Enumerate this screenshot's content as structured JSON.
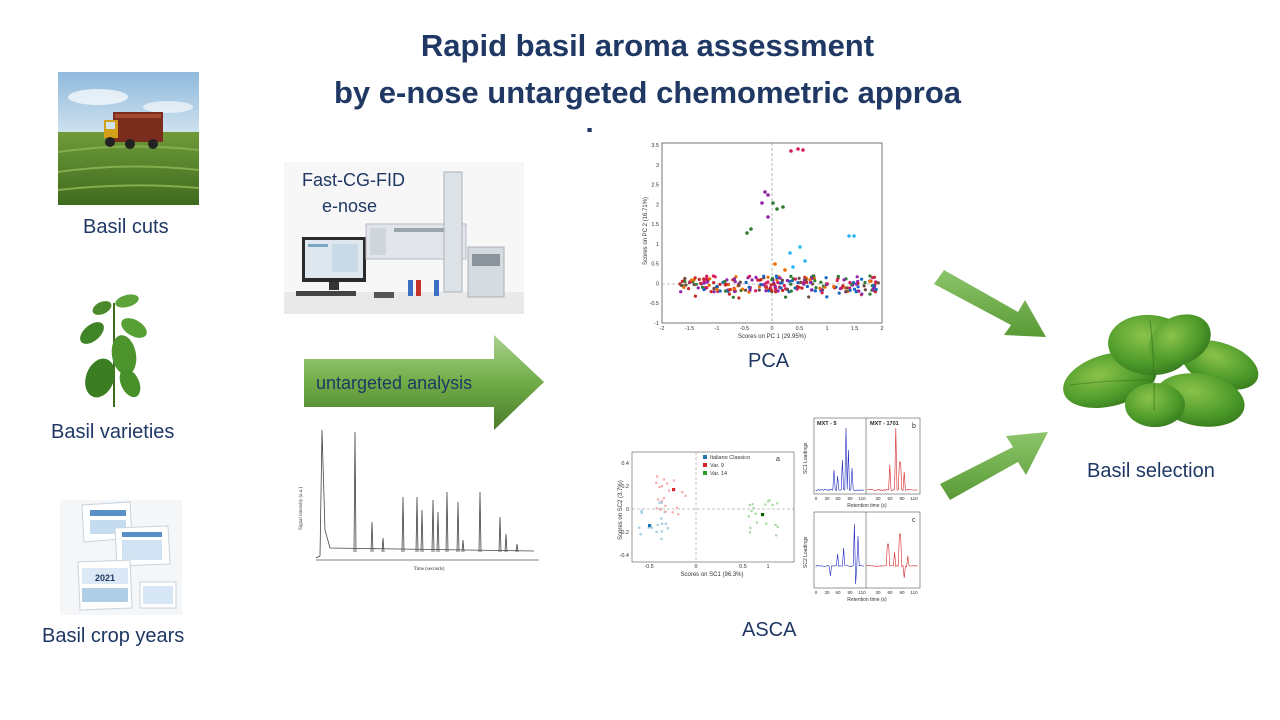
{
  "title": {
    "line1": "Rapid basil aroma assessment",
    "line2": "by e-nose untargeted chemometric approa",
    "line3": "ch"
  },
  "left_items": [
    {
      "label": "Basil cuts",
      "icon": "tractor-field-photo"
    },
    {
      "label": "Basil varieties",
      "icon": "basil-plant-photo"
    },
    {
      "label": "Basil crop years",
      "icon": "desk-calendar-photo",
      "calendar_year": "2021"
    }
  ],
  "instrument": {
    "line1": "Fast-CG-FID",
    "line2": "e-nose"
  },
  "arrow_label": "untargeted analysis",
  "chromatogram": {
    "ylabel": "Signal intensity (a.u.)",
    "xlabel": "Time (seconds)"
  },
  "pca": {
    "caption": "PCA",
    "xlabel": "Scores on PC 1 (29.95%)",
    "ylabel": "Scores on PC 2 (16.71%)",
    "x_ticks": [
      "-2",
      "-1.5",
      "-1",
      "-0.5",
      "0",
      "0.5",
      "1",
      "1.5",
      "2"
    ],
    "y_ticks": [
      "3.5",
      "3",
      "2.5",
      "2",
      "1.5",
      "1",
      "0.5",
      "0",
      "-0.5",
      "-1"
    ]
  },
  "asca": {
    "caption": "ASCA",
    "xlabel": "Scores on SC1 (96.3%)",
    "ylabel": "Scores on SC2 (3.7%)",
    "x_ticks": [
      "-0.5",
      "0",
      "0.5",
      "1"
    ],
    "y_ticks": [
      "0.4",
      "0.2",
      "0",
      "-0.2",
      "-0.4"
    ],
    "panel_letter_a": "a",
    "legend": [
      {
        "name": "Italiano Classico",
        "color": "#1f77b4"
      },
      {
        "name": "Var. 9",
        "color": "#d62728"
      },
      {
        "name": "Var. 14",
        "color": "#2ca02c"
      }
    ],
    "loadings_b": {
      "ylabel": "SC1 Loadings",
      "xlabel": "Retention time (s)",
      "label_left": "MXT - 5",
      "label_right": "MXT - 1701",
      "letter": "b",
      "ticks": [
        "0",
        "30",
        "60",
        "90",
        "110",
        "30",
        "60",
        "90",
        "110"
      ]
    },
    "loadings_c": {
      "ylabel": "SC2 Loadings",
      "xlabel": "Retention time (s)",
      "letter": "c",
      "ticks": [
        "0",
        "30",
        "60",
        "90",
        "110",
        "30",
        "60",
        "90",
        "110"
      ]
    }
  },
  "result": {
    "label": "Basil selection"
  },
  "colors": {
    "title": "#1f3864",
    "arrow_green": "#70ad47",
    "arrow_dark": "#548235"
  }
}
